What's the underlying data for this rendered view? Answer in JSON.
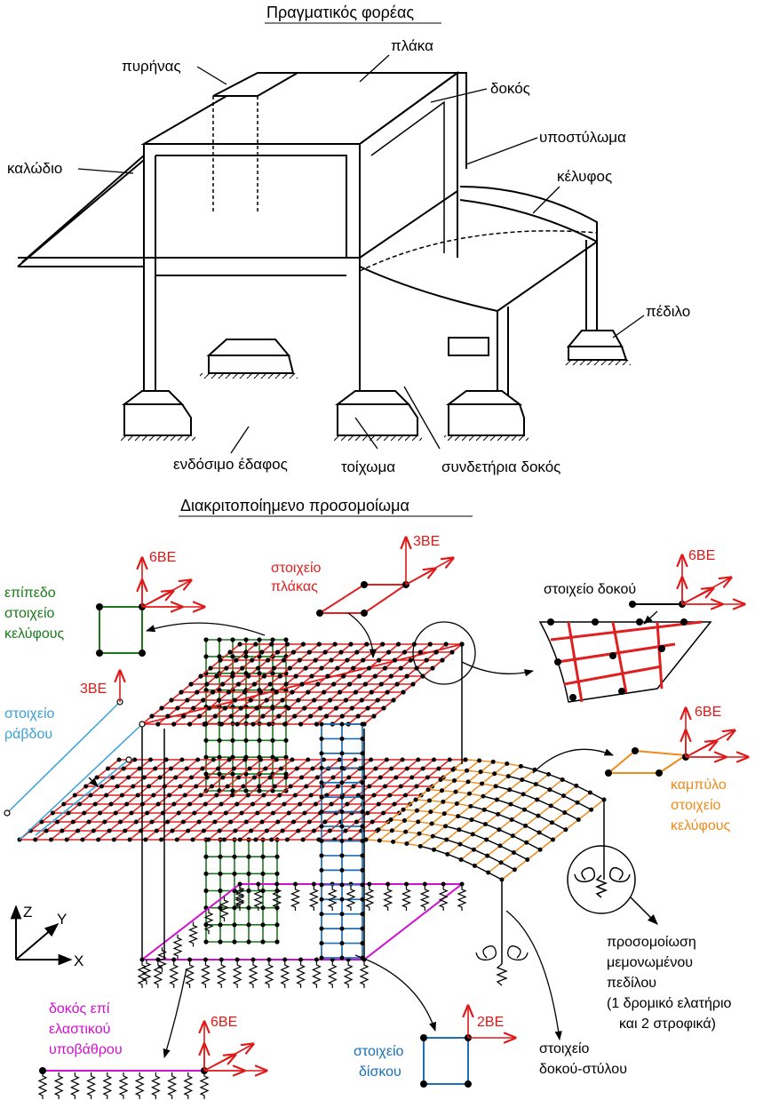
{
  "top": {
    "title": "Πραγματικός φορέας",
    "labels": {
      "core": "πυρήνας",
      "slab": "πλάκα",
      "beam": "δοκός",
      "column": "υποστύλωμα",
      "cable": "καλώδιο",
      "shell": "κέλυφος",
      "footing": "πέδιλο",
      "soil": "ενδόσιμο έδαφος",
      "wall": "τοίχωμα",
      "tie_beam": "συνδετήρια δοκός"
    }
  },
  "bottom": {
    "title": "Διακριτοποίημενο προσομοίωμα",
    "labels": {
      "plane_shell_1": "επίπεδο",
      "plane_shell_2": "στοιχείο",
      "plane_shell_3": "κελύφους",
      "plate_1": "στοιχείο",
      "plate_2": "πλάκας",
      "beam_element": "στοιχείο δοκού",
      "bar_1": "στοιχείο",
      "bar_2": "ράβδου",
      "curved_1": "καμπύλο",
      "curved_2": "στοιχείο",
      "curved_3": "κελύφους",
      "footing_1": "προσομοίωση",
      "footing_2": "μεμονωμένου",
      "footing_3": "πεδίλου",
      "footing_4": "(1 δρομικό ελατήριο",
      "footing_5": "και 2 στροφικά)",
      "elastic_1": "δοκός επί",
      "elastic_2": "ελαστικού",
      "elastic_3": "υποβάθρου",
      "disk_1": "στοιχείο",
      "disk_2": "δίσκου",
      "beamcol_1": "στοιχείο",
      "beamcol_2": "δοκού-στύλου"
    },
    "dof": {
      "shell_plane": "6ΒΕ",
      "plate": "3ΒΕ",
      "beam": "6ΒΕ",
      "bar": "3ΒΕ",
      "curved": "6ΒΕ",
      "elastic": "6ΒΕ",
      "disk": "2ΒΕ"
    },
    "axes": {
      "x": "X",
      "y": "Y",
      "z": "Z"
    }
  },
  "colors": {
    "line": "#000000",
    "dof": "#e01818",
    "plane_shell": "#1a7a1a",
    "plate": "#e02020",
    "bar": "#3aa0d8",
    "curved_shell": "#ef8a1a",
    "elastic_beam": "#d010d0",
    "disk": "#1a6fb8"
  }
}
